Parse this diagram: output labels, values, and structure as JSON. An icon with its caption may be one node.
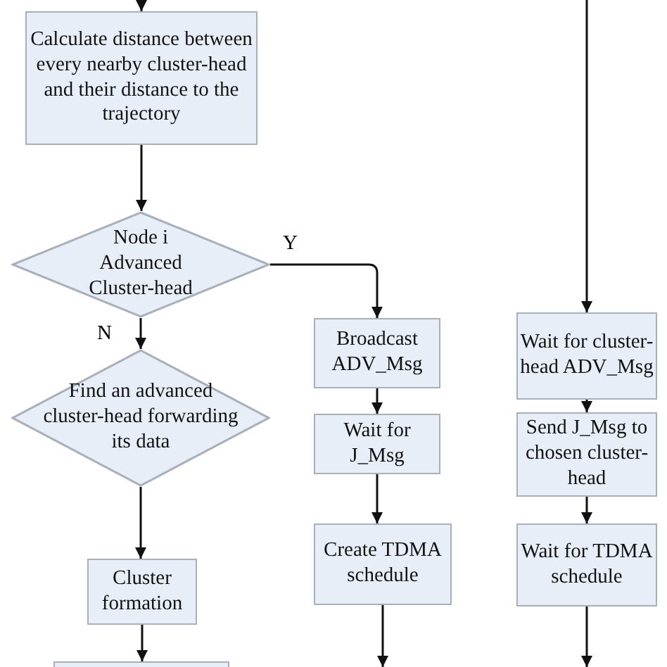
{
  "diagram": {
    "nodes": [
      {
        "text": [
          "Calculate distance between every nearby cluster-head and their distance to the trajectory"
        ]
      },
      {
        "text": [
          "Node i Advanced Cluster-head"
        ]
      },
      {
        "text": [
          "Find an advanced cluster-head forwarding its data"
        ]
      },
      {
        "text": [
          "Cluster formation"
        ]
      },
      {
        "text": [],
        "shape": "box"
      },
      {
        "text": [
          "Broadcast ADV_Msg"
        ]
      },
      {
        "text": [
          "Wait for J_Msg"
        ]
      },
      {
        "text": [
          "Create TDMA schedule"
        ]
      },
      {
        "text": [
          "Wait for cluster-head ADV_Msg"
        ]
      },
      {
        "text": [
          "Send J_Msg to chosen cluster-head"
        ]
      },
      {
        "text": [
          "Wait for TDMA schedule"
        ]
      }
    ],
    "edges": [
      {
        "from": null,
        "to": 0,
        "arrow": "to"
      },
      {
        "from": 0,
        "to": 1,
        "arrow": "to"
      },
      {
        "from": 1,
        "to": 2,
        "arrow": "to",
        "label": "N"
      },
      {
        "from": 2,
        "to": 3,
        "arrow": "to"
      },
      {
        "from": 3,
        "to": 4,
        "arrow": "to"
      },
      {
        "from": 1,
        "to": 5,
        "arrow": "to",
        "label": "Y"
      },
      {
        "from": 5,
        "to": 6,
        "arrow": "to"
      },
      {
        "from": 6,
        "to": 7,
        "arrow": "to"
      },
      {
        "from": 7,
        "to": null,
        "arrow": "to"
      },
      {
        "from": null,
        "to": 8,
        "arrow": "to"
      },
      {
        "from": 8,
        "to": 9,
        "arrow": "to"
      },
      {
        "from": 9,
        "to": 10,
        "arrow": "to"
      },
      {
        "from": 10,
        "to": null,
        "arrow": "to"
      }
    ]
  }
}
